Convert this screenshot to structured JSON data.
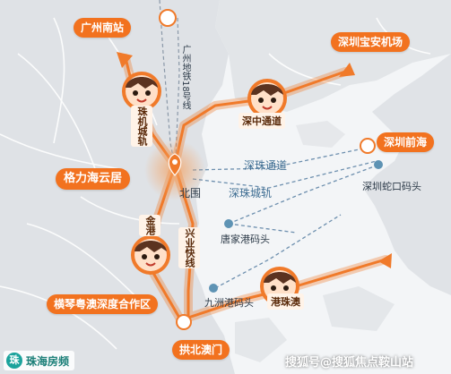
{
  "colors": {
    "accent": "#f2721f",
    "water": "#f2f4f6",
    "land": "#dfe2e6",
    "route": "#f07a2a",
    "port": "#5e93b4",
    "link": "#6d8fae"
  },
  "destinations": {
    "guangzhou_south": "广州南站",
    "shenzhen_airport": "深圳宝安机场",
    "qianhai": "深圳前海",
    "gree_haiyunju": "格力海云居",
    "hengqin_zone": "横琴粤澳深度合作区",
    "gongbei_macau": "拱北澳门"
  },
  "routes": {
    "zhuji_rail": "珠机城轨",
    "xingye_express": "兴业快线",
    "jingang_highway": "金港",
    "gz_metro18": "广州地铁18号线",
    "shenzhong": "深中通道",
    "gang_ao": "港珠澳"
  },
  "links": {
    "shenzhu_channel": "深珠通道",
    "shenzhu_rail": "深珠城轨"
  },
  "places": {
    "beiwei": "北围",
    "shekou_port": "深圳蛇口码头",
    "tangjia_port": "唐家港码头",
    "jiuzhou_port": "九洲港码头"
  },
  "brand": {
    "logo": "珠",
    "name": "珠海房频"
  },
  "watermark": "搜狐号@搜狐焦点鞍山站"
}
